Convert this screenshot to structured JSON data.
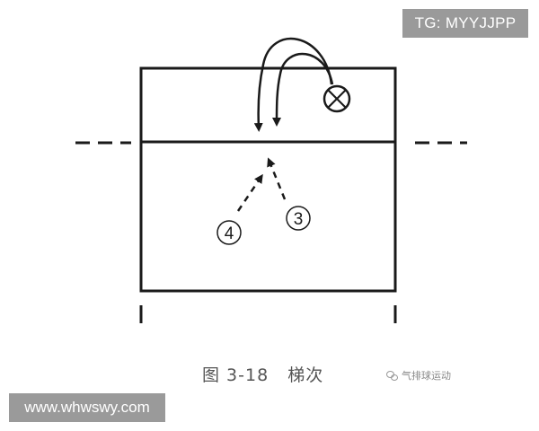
{
  "watermarks": {
    "tg": "TG: MYYJJPP",
    "url": "www.whwswy.com"
  },
  "diagram": {
    "markers": {
      "three": "3",
      "four": "4"
    },
    "ball_symbol": "cross-circle-icon"
  },
  "caption": {
    "figure": "图 3-18",
    "title": "梯次"
  },
  "source_watermark": {
    "text": "气排球运动",
    "icon": "wechat-icon"
  },
  "colors": {
    "line": "#1a1a1a",
    "caption": "#555555",
    "watermark_bg": "#9a9a9a"
  }
}
